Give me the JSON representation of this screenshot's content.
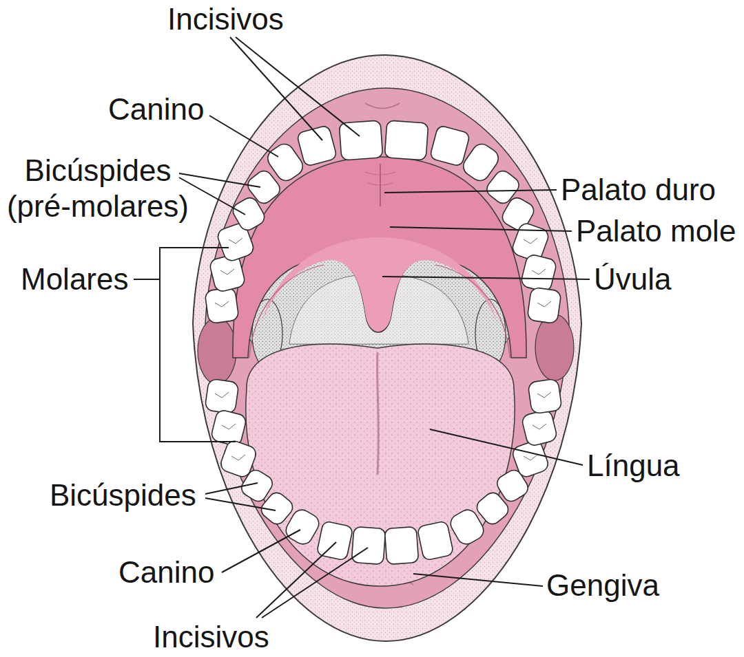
{
  "diagram": {
    "labels": [
      "Incisivos",
      "Canino",
      "Bicúspides (pré-molares)",
      "Palato duro",
      "Palato mole",
      "Molares",
      "Úvula",
      "Língua",
      "Bicúspides",
      "Canino",
      "Gengiva",
      "Incisivos"
    ]
  }
}
